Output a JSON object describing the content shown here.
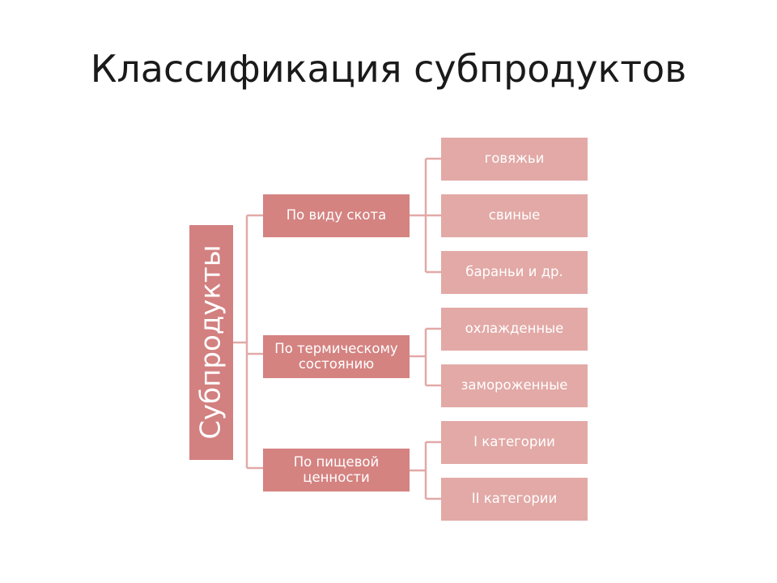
{
  "title": "Классификация субпродуктов",
  "colors": {
    "root": "#d38080",
    "level1": "#d48381",
    "level2": "#e2a9a6",
    "connector": "#e1a9a7",
    "text_on_box": "#ffffff",
    "title_text": "#1a1a1a"
  },
  "diagram": {
    "root": "Субпродукты",
    "groups": [
      {
        "label": "По виду скота",
        "items": [
          "говяжьи",
          "свиные",
          "бараньи и др."
        ]
      },
      {
        "label": "По термическому состоянию",
        "items": [
          "охлажденные",
          "замороженные"
        ]
      },
      {
        "label": "По пищевой ценности",
        "items": [
          "I категории",
          "II категории"
        ]
      }
    ]
  }
}
